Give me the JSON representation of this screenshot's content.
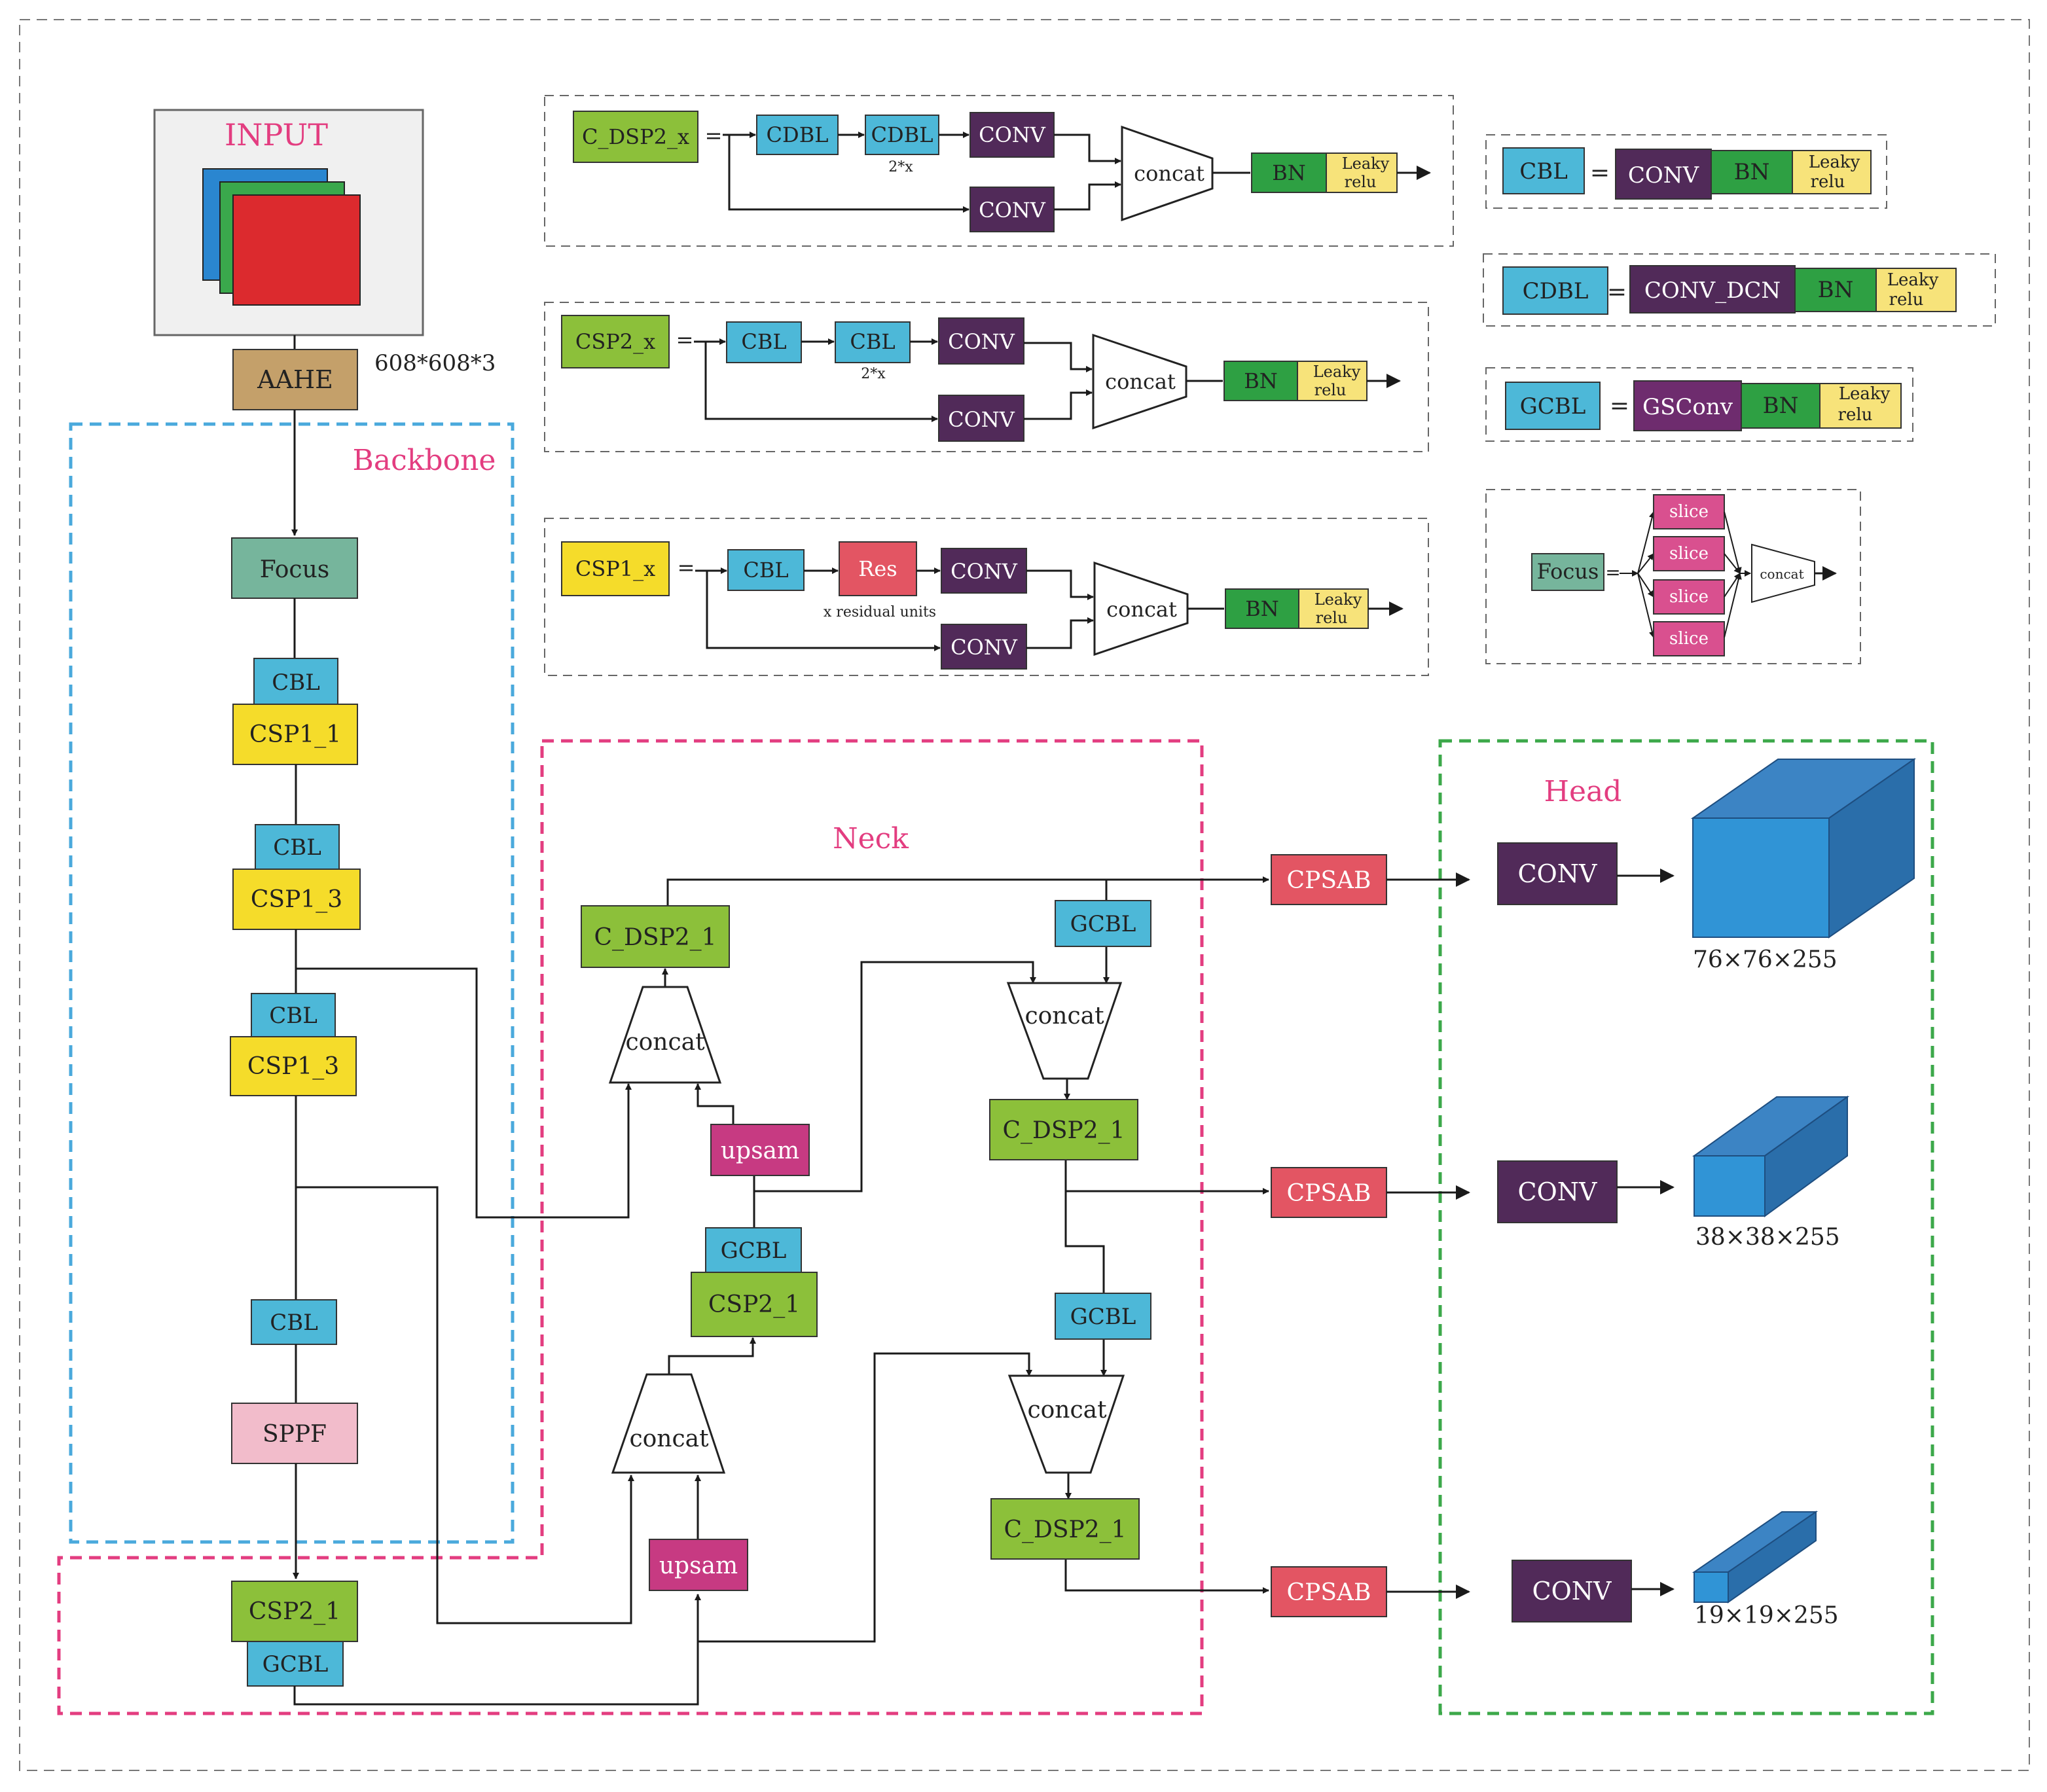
{
  "input": {
    "title": "INPUT",
    "size": "608*608*3"
  },
  "aahe": "AAHE",
  "sections": {
    "backbone": "Backbone",
    "neck": "Neck",
    "head": "Head"
  },
  "backbone": {
    "focus": "Focus",
    "cbl1": "CBL",
    "csp1_1": "CSP1_1",
    "cbl2": "CBL",
    "csp1_3a": "CSP1_3",
    "cbl3": "CBL",
    "csp1_3b": "CSP1_3",
    "cbl4": "CBL",
    "sppf": "SPPF",
    "csp2_1": "CSP2_1",
    "gcbl": "GCBL"
  },
  "neck": {
    "cdsp_top": "C_DSP2_1",
    "concat1": "concat",
    "upsam1": "upsam",
    "gcbl1": "GCBL",
    "csp2_1": "CSP2_1",
    "concat2": "concat",
    "upsam2": "upsam",
    "gcbl_r1": "GCBL",
    "concat_r1": "concat",
    "cdsp_r1": "C_DSP2_1",
    "gcbl_r2": "GCBL",
    "concat_r2": "concat",
    "cdsp_r2": "C_DSP2_1",
    "cpsab1": "CPSAB",
    "cpsab2": "CPSAB",
    "cpsab3": "CPSAB"
  },
  "head": {
    "conv1": "CONV",
    "conv2": "CONV",
    "conv3": "CONV",
    "out1": "76×76×255",
    "out2": "38×38×255",
    "out3": "19×19×255"
  },
  "legend": {
    "cdsp": {
      "name": "C_DSP2_x",
      "eq": "=",
      "b1": "CDBL",
      "b2": "CDBL",
      "rep": "2*x",
      "conv1": "CONV",
      "conv2": "CONV",
      "concat": "concat",
      "bn": "BN",
      "act1": "Leaky",
      "act2": "relu"
    },
    "csp2": {
      "name": "CSP2_x",
      "eq": "=",
      "b1": "CBL",
      "b2": "CBL",
      "rep": "2*x",
      "conv1": "CONV",
      "conv2": "CONV",
      "concat": "concat",
      "bn": "BN",
      "act1": "Leaky",
      "act2": "relu"
    },
    "csp1": {
      "name": "CSP1_x",
      "eq": "=",
      "b1": "CBL",
      "b2": "Res",
      "rep": "x residual units",
      "conv1": "CONV",
      "conv2": "CONV",
      "concat": "concat",
      "bn": "BN",
      "act1": "Leaky",
      "act2": "relu"
    },
    "cbl": {
      "name": "CBL",
      "eq": "=",
      "conv": "CONV",
      "bn": "BN",
      "act1": "Leaky",
      "act2": "relu"
    },
    "cdbl": {
      "name": "CDBL",
      "eq": "=",
      "conv": "CONV_DCN",
      "bn": "BN",
      "act1": "Leaky",
      "act2": "relu"
    },
    "gcbl": {
      "name": "GCBL",
      "eq": "=",
      "conv": "GSConv",
      "bn": "BN",
      "act1": "Leaky",
      "act2": "relu"
    },
    "focus": {
      "name": "Focus",
      "eq": "=",
      "s1": "slice",
      "s2": "slice",
      "s3": "slice",
      "s4": "slice",
      "concat": "concat"
    }
  },
  "colors": {
    "cbl": "#4db8d8",
    "csp1": "#f5dc2a",
    "csp2": "#8cc03a",
    "conv": "#512a59",
    "bn": "#2ea043",
    "leaky": "#f7e37a",
    "gcbl_conv": "#6e2c6e",
    "cpsab": "#e35563",
    "upsam": "#c73a82",
    "slice": "#d9508f",
    "focus": "#76b59c",
    "aahe": "#c4a06a",
    "sppf": "#f2bccb",
    "backbone_border": "#4aa9dc",
    "neck_border": "#e33d80",
    "head_border": "#3ca84a",
    "cube": "#3094d6",
    "cube_side": "#2a6eaa",
    "cube_top": "#3c84c4"
  }
}
